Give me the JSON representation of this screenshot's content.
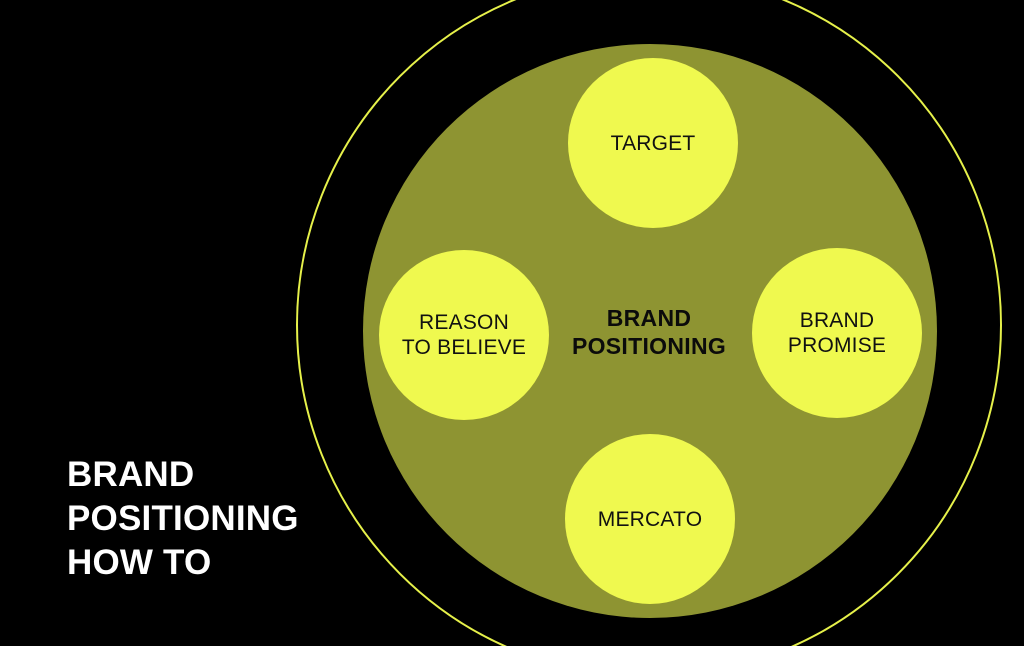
{
  "title": "BRAND\nPOSITIONING\nHOW TO",
  "diagram": {
    "center": "BRAND\nPOSITIONING",
    "nodes": {
      "top": "TARGET",
      "left": "REASON\nTO BELIEVE",
      "right": "BRAND\nPROMISE",
      "bottom": "MERCATO"
    }
  },
  "colors": {
    "background": "#000000",
    "ring": "#e6f14a",
    "disc": "#8e9432",
    "node": "#eff94f",
    "title_text": "#ffffff",
    "node_text": "#111111"
  }
}
